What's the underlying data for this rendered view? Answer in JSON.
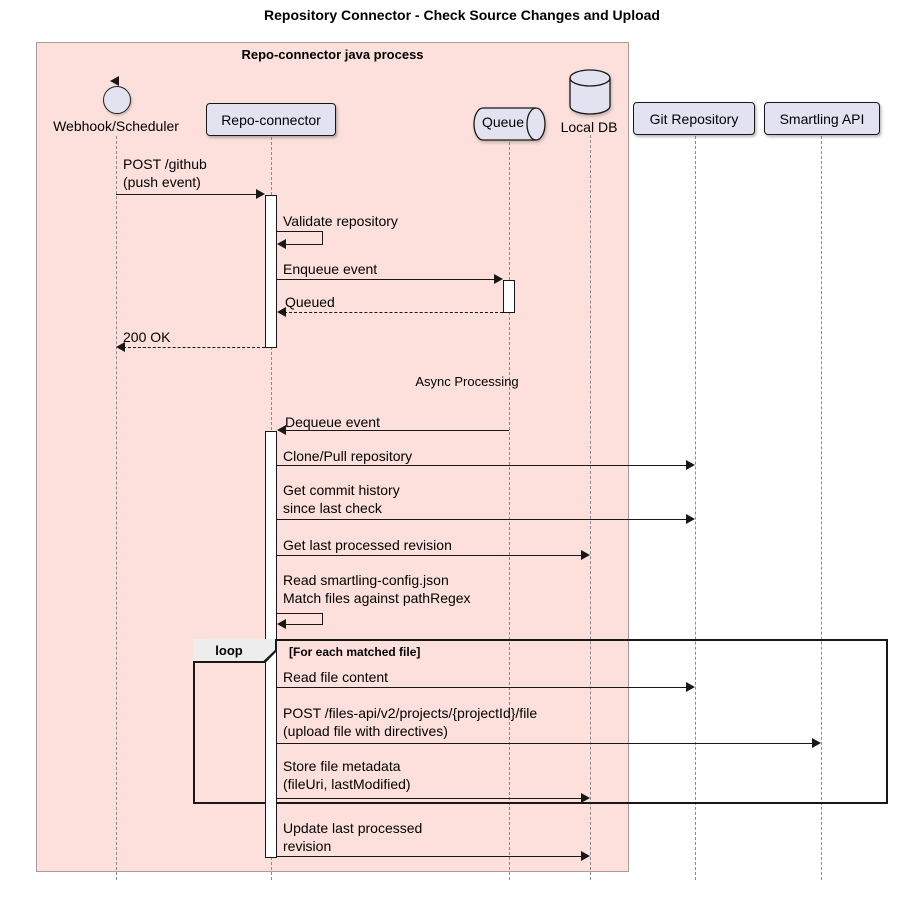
{
  "title": "Repository Connector - Check Source Changes and Upload",
  "process_box": {
    "label": "Repo-connector java process"
  },
  "participants": [
    {
      "name": "Webhook/Scheduler",
      "type": "control"
    },
    {
      "name": "Repo-connector",
      "type": "participant"
    },
    {
      "name": "Queue",
      "type": "queue"
    },
    {
      "name": "Local DB",
      "type": "database"
    },
    {
      "name": "Git Repository",
      "type": "participant"
    },
    {
      "name": "Smartling API",
      "type": "participant"
    }
  ],
  "messages": [
    {
      "from": "Webhook/Scheduler",
      "to": "Repo-connector",
      "style": "solid",
      "lines": [
        "POST /github",
        "(push event)"
      ]
    },
    {
      "from": "Repo-connector",
      "to": "Repo-connector",
      "style": "self",
      "lines": [
        "Validate repository"
      ]
    },
    {
      "from": "Repo-connector",
      "to": "Queue",
      "style": "solid",
      "lines": [
        "Enqueue event"
      ]
    },
    {
      "from": "Queue",
      "to": "Repo-connector",
      "style": "dashed",
      "lines": [
        "Queued"
      ]
    },
    {
      "from": "Repo-connector",
      "to": "Webhook/Scheduler",
      "style": "dashed",
      "lines": [
        "200 OK"
      ]
    },
    {
      "from": "Queue",
      "to": "Repo-connector",
      "style": "solid",
      "lines": [
        "Dequeue event"
      ]
    },
    {
      "from": "Repo-connector",
      "to": "Git Repository",
      "style": "solid",
      "lines": [
        "Clone/Pull repository"
      ]
    },
    {
      "from": "Repo-connector",
      "to": "Git Repository",
      "style": "solid",
      "lines": [
        "Get commit history",
        "since last check"
      ]
    },
    {
      "from": "Repo-connector",
      "to": "Local DB",
      "style": "solid",
      "lines": [
        "Get last processed revision"
      ]
    },
    {
      "from": "Repo-connector",
      "to": "Repo-connector",
      "style": "self",
      "lines": [
        "Read smartling-config.json",
        "Match files against pathRegex"
      ]
    },
    {
      "from": "Repo-connector",
      "to": "Git Repository",
      "style": "solid",
      "lines": [
        "Read file content"
      ]
    },
    {
      "from": "Repo-connector",
      "to": "Smartling API",
      "style": "solid",
      "lines": [
        "POST /files-api/v2/projects/{projectId}/file",
        "(upload file with directives)"
      ]
    },
    {
      "from": "Repo-connector",
      "to": "Local DB",
      "style": "solid",
      "lines": [
        "Store file metadata",
        "(fileUri, lastModified)"
      ]
    },
    {
      "from": "Repo-connector",
      "to": "Local DB",
      "style": "solid",
      "lines": [
        "Update last processed",
        "revision"
      ]
    }
  ],
  "divider": {
    "text": "Async Processing"
  },
  "loop": {
    "keyword": "loop",
    "condition": "[For each matched file]"
  },
  "colors": {
    "process_box_bg": "#FDE0DB",
    "process_box_border": "#AA9B99",
    "participant_bg": "#E2E2F0",
    "participant_border": "#181818",
    "lifeline": "#8B8B8B",
    "arrow": "#181818",
    "loop_label_bg": "#EDEDED"
  }
}
